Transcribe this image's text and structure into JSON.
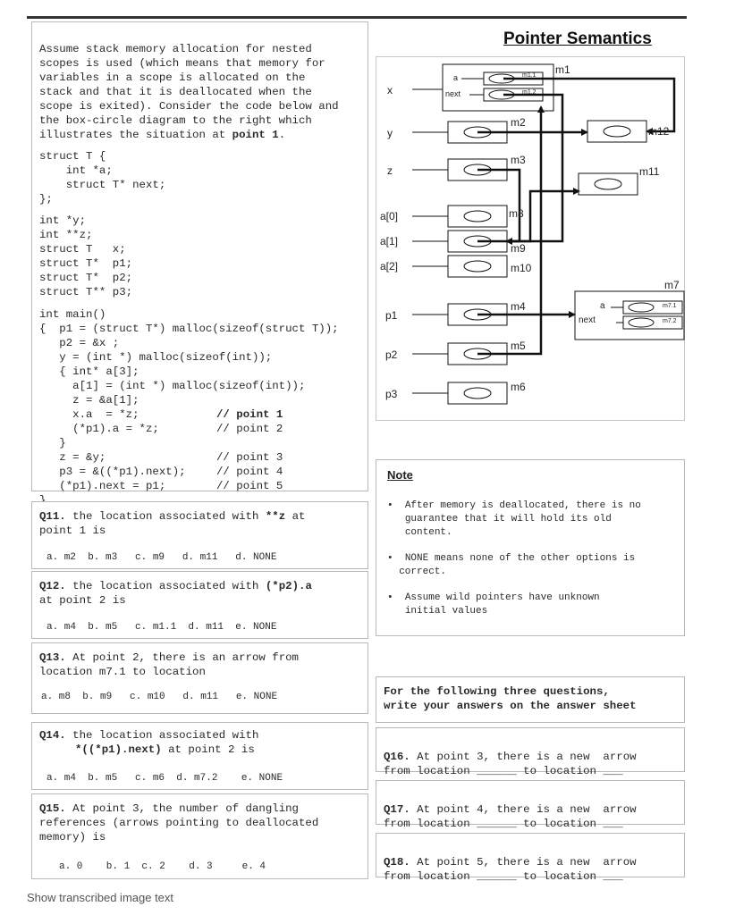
{
  "intro": {
    "line1": "Assume stack memory allocation for nested",
    "line2": "scopes is used (which means that memory for",
    "line3": "variables in a scope is allocated on the",
    "line4": "stack and that it is deallocated when the",
    "line5": "scope is exited). Consider the code below and",
    "line6": "the box-circle diagram to the right which",
    "line7a": "illustrates the situation at ",
    "line7b": "point 1",
    "line7c": "."
  },
  "code": {
    "s1": "struct T {",
    "s2": "    int *a;",
    "s3": "    struct T* next;",
    "s4": "};",
    "g1": "int *y;",
    "g2": "int **z;",
    "g3": "struct T   x;",
    "g4": "struct T*  p1;",
    "g5": "struct T*  p2;",
    "g6": "struct T** p3;",
    "m1": "int main()",
    "m2": "{  p1 = (struct T*) malloc(sizeof(struct T));",
    "m3": "   p2 = &x ;",
    "m4": "   y = (int *) malloc(sizeof(int));",
    "m5": "   { int* a[3];",
    "m6": "     a[1] = (int *) malloc(sizeof(int));",
    "m7": "     z = &a[1];",
    "m8a": "     x.a  = *z;",
    "m8b": "// point 1",
    "m9a": "     (*p1).a = *z;",
    "m9b": "// point 2",
    "m10": "   }",
    "m11a": "   z = &y;",
    "m11b": "// point 3",
    "m12a": "   p3 = &((*p1).next);",
    "m12b": "// point 4",
    "m13a": "   (*p1).next = p1;",
    "m13b": "// point 5",
    "m14": "}"
  },
  "q11": {
    "num": "Q11.",
    "text": " the location associated with ",
    "bold": "**z",
    "text2": " at",
    "line2": "point 1 is",
    "opts": "a. m2  b. m3   c. m9   d. m11   d. NONE"
  },
  "q12": {
    "num": "Q12.",
    "text": " the location associated with ",
    "bold": "(*p2).a",
    "line2": "at point 2 is",
    "opts": "a. m4  b. m5   c. m1.1  d. m11  e. NONE"
  },
  "q13": {
    "num": "Q13.",
    "text": " At point 2, there is an arrow from",
    "line2": "location m7.1 to location",
    "opts": "a. m8  b. m9   c. m10   d. m11   e. NONE"
  },
  "q14": {
    "num": "Q14.",
    "text": " the location associated with",
    "bold": "*((*p1).next)",
    "line2": " at point 2 is",
    "opts": "a. m4  b. m5   c. m6  d. m7.2    e. NONE"
  },
  "q15": {
    "num": "Q15.",
    "text": " At point 3, the number of dangling",
    "line2": "references (arrows pointing to deallocated",
    "line3": "memory) is",
    "opts": "a. 0    b. 1  c. 2    d. 3     e. 4"
  },
  "diagram": {
    "title": "Pointer Semantics",
    "x": "x",
    "y": "y",
    "z": "z",
    "a0": "a[0]",
    "a1": "a[1]",
    "a2": "a[2]",
    "p1": "p1",
    "p2": "p2",
    "p3": "p3",
    "m1": "m1",
    "m11_sub": "m1.1",
    "m12_sub": "m1.2",
    "m2": "m2",
    "m3": "m3",
    "m4": "m4",
    "m5": "m5",
    "m6": "m6",
    "m7": "m7",
    "m71": "m7.1",
    "m72": "m7.2",
    "m8": "m8",
    "m9": "m9",
    "m10": "m10",
    "m11": "m11",
    "m12": "m12",
    "field_a": "a",
    "field_next": "next"
  },
  "note": {
    "title": "Note",
    "b1": "After memory is deallocated, there is no",
    "b1b": "guarantee that it will hold its old",
    "b1c": "content.",
    "b2": "NONE means none of the other options is",
    "b2b": "correct.",
    "b3": "Assume wild pointers have unknown",
    "b3b": "initial values"
  },
  "instructions": {
    "line1": "For the following three questions,",
    "line2": "write your answers on the answer sheet"
  },
  "q16": {
    "num": "Q16.",
    "text": " At point 3, there is a new  arrow",
    "line2": "from location ______ to location ___"
  },
  "q17": {
    "num": "Q17.",
    "text": " At point 4, there is a new  arrow",
    "line2": "from location ______ to location ___"
  },
  "q18": {
    "num": "Q18.",
    "text": " At point 5, there is a new  arrow",
    "line2": "from location ______ to location ___"
  },
  "footer": "Show transcribed image text"
}
